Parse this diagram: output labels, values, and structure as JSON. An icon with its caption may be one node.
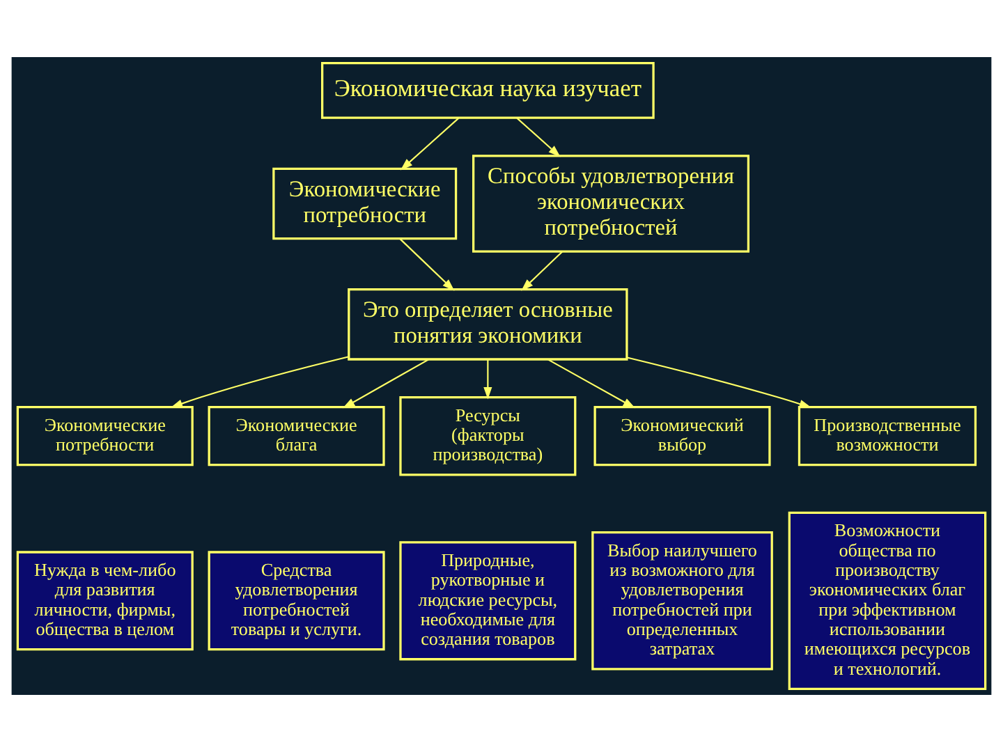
{
  "diagram": {
    "nodes": [
      {
        "text": [
          "Экономическая наука изучает"
        ]
      },
      {
        "text": [
          "Экономические потребности"
        ]
      },
      {
        "text": [
          "Способы удовлетворения экономических потребностей"
        ]
      },
      {
        "text": [
          "Это определяет основные понятия экономики"
        ]
      },
      {
        "text": [
          "Экономические потребности"
        ]
      },
      {
        "text": [
          "Экономические блага"
        ]
      },
      {
        "text": [
          "Ресурсы",
          "(факторы производства)"
        ]
      },
      {
        "text": [
          "Экономический выбор"
        ]
      },
      {
        "text": [
          "Производственные возможности"
        ]
      },
      {
        "text": [
          "Нужда в чем-либо для развития личности, фирмы, общества в целом"
        ]
      },
      {
        "text": [
          "Средства удовлетворения потребностей товары и услуги."
        ]
      },
      {
        "text": [
          "Природные, рукотворные и людские ресурсы, необходимые для создания товаров"
        ]
      },
      {
        "text": [
          "Выбор наилучшего из возможного для удовлетворения потребностей при определенных затратах"
        ]
      },
      {
        "text": [
          "Возможности общества по производству экономических благ при эффективном использовании имеющихся ресурсов и технологий."
        ]
      }
    ],
    "edges": [
      {
        "from": 0,
        "to": 1,
        "arrow": "to"
      },
      {
        "from": 0,
        "to": 2,
        "arrow": "to"
      },
      {
        "from": 1,
        "to": 3,
        "arrow": "to"
      },
      {
        "from": 2,
        "to": 3,
        "arrow": "to"
      },
      {
        "from": 3,
        "to": 4,
        "arrow": "to"
      },
      {
        "from": 3,
        "to": 5,
        "arrow": "to"
      },
      {
        "from": 3,
        "to": 6,
        "arrow": "to"
      },
      {
        "from": 3,
        "to": 7,
        "arrow": "to"
      },
      {
        "from": 3,
        "to": 8,
        "arrow": "to"
      }
    ]
  }
}
